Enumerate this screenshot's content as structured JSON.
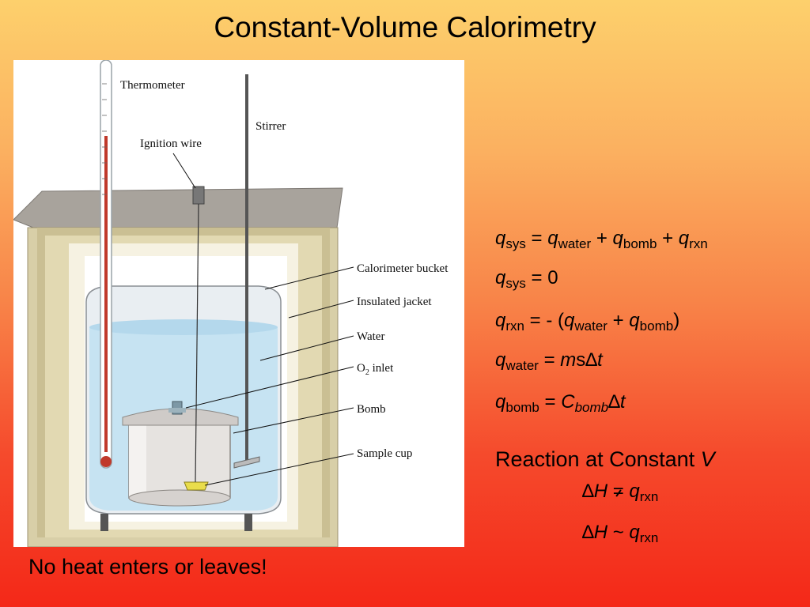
{
  "title": "Constant-Volume Calorimetry",
  "diagram": {
    "labels": {
      "thermometer": "Thermometer",
      "stirrer": "Stirrer",
      "ignition_wire": "Ignition wire",
      "calorimeter_bucket": "Calorimeter bucket",
      "insulated_jacket": "Insulated jacket",
      "water": "Water",
      "o2_inlet_main": "O",
      "o2_inlet_sub": "2",
      "o2_inlet_rest": " inlet",
      "bomb": "Bomb",
      "sample_cup": "Sample cup"
    },
    "colors": {
      "jacket_wall": "#d8cfa8",
      "lid": "#a8a39c",
      "water": "#c6e3f2",
      "bomb": "#e6e3e0",
      "mercury": "#c0392b",
      "sample": "#e9dd4b"
    }
  },
  "equations": {
    "eq1": {
      "q1": "q",
      "s1": "sys",
      "op1": " = ",
      "q2": "q",
      "s2": "water",
      "op2": " + ",
      "q3": "q",
      "s3": "bomb",
      "op3": " + ",
      "q4": "q",
      "s4": "rxn"
    },
    "eq2": {
      "q1": "q",
      "s1": "sys",
      "rest": " = 0"
    },
    "eq3": {
      "q1": "q",
      "s1": "rxn",
      "mid": " = - (",
      "q2": "q",
      "s2": "water",
      "plus": " + ",
      "q3": "q",
      "s3": "bomb",
      "close": ")"
    },
    "eq4": {
      "q1": "q",
      "s1": "water",
      "eqs": " = ",
      "m": "m",
      "s": "s",
      "delta": "∆",
      "t": "t"
    },
    "eq5": {
      "q1": "q",
      "s1": "bomb",
      "eqs": " = ",
      "c": "C",
      "cs": "bomb",
      "delta": "∆",
      "t": "t"
    }
  },
  "reaction": {
    "heading_text": "Reaction at Constant ",
    "heading_var": "V",
    "line1": {
      "delta": "∆",
      "h": "H",
      "rel": "=",
      "q": "q",
      "sub": "rxn"
    },
    "line2": {
      "delta": "∆",
      "h": "H",
      "rel": " ~ ",
      "q": "q",
      "sub": "rxn"
    }
  },
  "footer": "No heat enters or leaves!"
}
